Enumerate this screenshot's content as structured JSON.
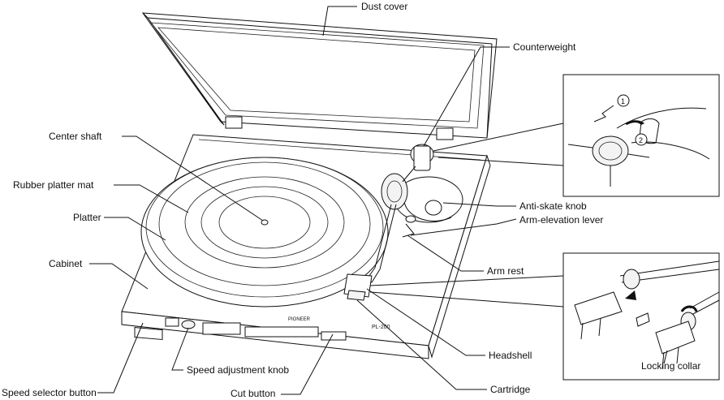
{
  "labels": {
    "dust_cover": "Dust cover",
    "counterweight": "Counterweight",
    "center_shaft": "Center shaft",
    "rubber_platter_mat": "Rubber platter mat",
    "platter": "Platter",
    "cabinet": "Cabinet",
    "anti_skate_knob": "Anti-skate knob",
    "arm_elevation_lever": "Arm-elevation lever",
    "arm_rest": "Arm rest",
    "headshell": "Headshell",
    "cartridge": "Cartridge",
    "cut_button": "Cut button",
    "speed_adjustment_knob": "Speed adjustment knob",
    "speed_selector_button": "Speed selector button",
    "locking_collar": "Locking collar"
  },
  "inset_markers": {
    "step1": "1",
    "step2": "2"
  },
  "brand": "PIONEER",
  "model": "PL-200"
}
